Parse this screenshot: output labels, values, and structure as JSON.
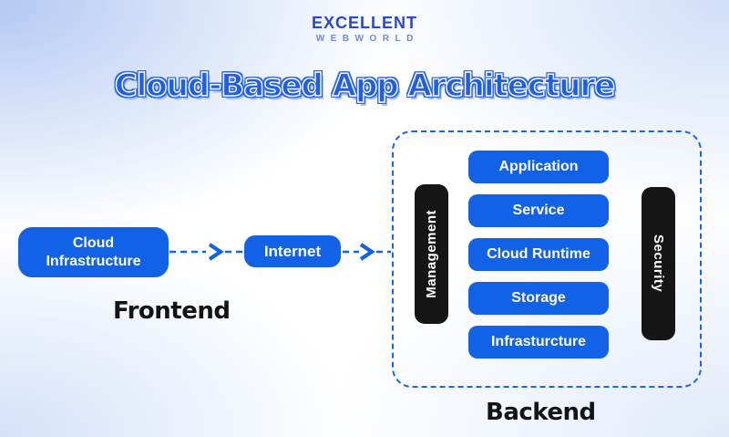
{
  "logo": {
    "line1": "EXCELLENT",
    "line2": "WEBWORLD"
  },
  "title": "Cloud-Based App Architecture",
  "frontend": {
    "cloud_infrastructure_label": "Cloud Infrastructure",
    "internet_label": "Internet",
    "section_label": "Frontend"
  },
  "backend": {
    "section_label": "Backend",
    "management_label": "Management",
    "security_label": "Security",
    "layers": [
      "Application",
      "Service",
      "Cloud Runtime",
      "Storage",
      "Infrasturcture"
    ]
  },
  "colors": {
    "accent_blue": "#1262e8",
    "dashed_border_blue": "#1667e8",
    "pill_black": "#161616",
    "title_blue": "#1e5ee8",
    "logo_primary_blue": "#2b49c7",
    "logo_secondary_blue": "#7487da",
    "label_black": "#141414",
    "background_tint_blue": "#c8d7f3"
  }
}
